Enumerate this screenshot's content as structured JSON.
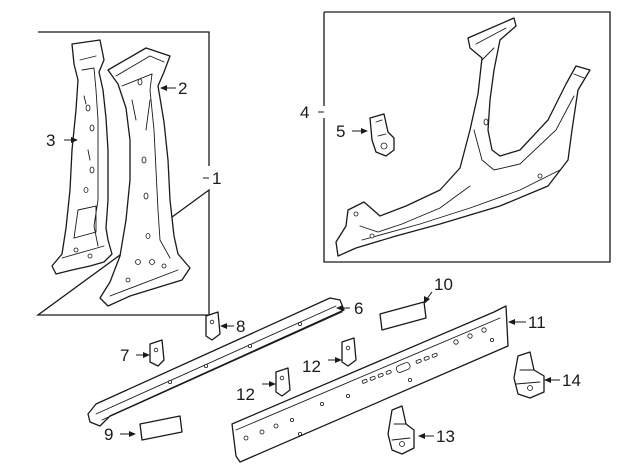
{
  "callouts": {
    "c1": "1",
    "c2": "2",
    "c3": "3",
    "c4": "4",
    "c5": "5",
    "c6": "6",
    "c7": "7",
    "c8": "8",
    "c9": "9",
    "c10": "10",
    "c11": "11",
    "c12a": "12",
    "c12b": "12",
    "c13": "13",
    "c14": "14"
  },
  "colors": {
    "line": "#1a1a1a",
    "background": "#ffffff"
  }
}
